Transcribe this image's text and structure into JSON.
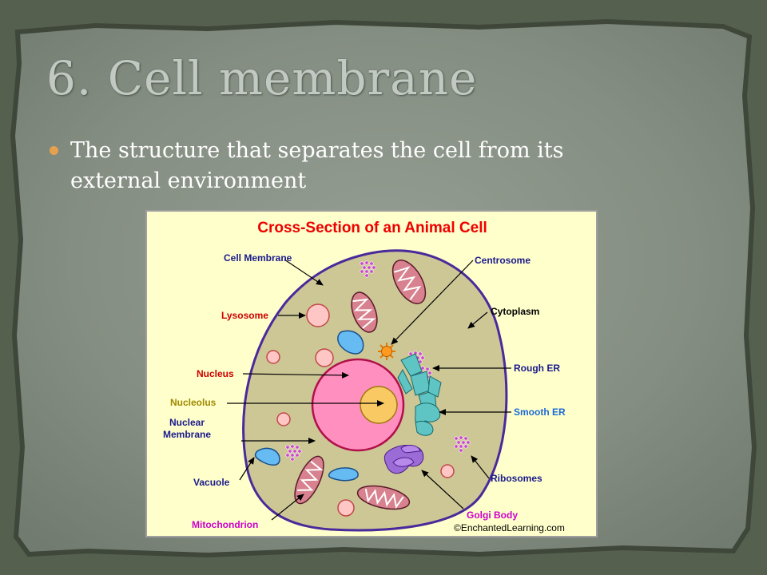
{
  "slide": {
    "title": "6. Cell membrane",
    "bullets": [
      "The structure that separates the cell from its external environment"
    ]
  },
  "diagram": {
    "title": "Cross-Section of an Animal Cell",
    "labels": {
      "cell_membrane": "Cell Membrane",
      "lysosome": "Lysosome",
      "nucleus": "Nucleus",
      "nucleolus": "Nucleolus",
      "nuclear_membrane_line1": "Nuclear",
      "nuclear_membrane_line2": "Membrane",
      "vacuole": "Vacuole",
      "mitochondrion": "Mitochondrion",
      "centrosome": "Centrosome",
      "cytoplasm": "Cytoplasm",
      "rough_er": "Rough ER",
      "smooth_er": "Smooth ER",
      "ribosomes": "Ribosomes",
      "golgi_body": "Golgi Body"
    },
    "copyright": "©EnchantedLearning.com"
  },
  "colors": {
    "slide_background": "#56604f",
    "title_text": "#c2c9c2",
    "bullet_dot": "#e6a14f",
    "bullet_text": "#ffffff",
    "diagram_background": "#ffffcc",
    "diagram_title": "#ee0000",
    "cytoplasm_fill": "#cdc796",
    "cell_membrane": "#4a2a9a",
    "nucleus_fill": "#ff8fbf",
    "nucleolus_fill": "#f9c964",
    "label_navy": "#1a1a8c",
    "label_red": "#cc0000",
    "label_olive": "#a08a00",
    "label_blue": "#1b6bd6",
    "label_magenta": "#cc00cc"
  }
}
